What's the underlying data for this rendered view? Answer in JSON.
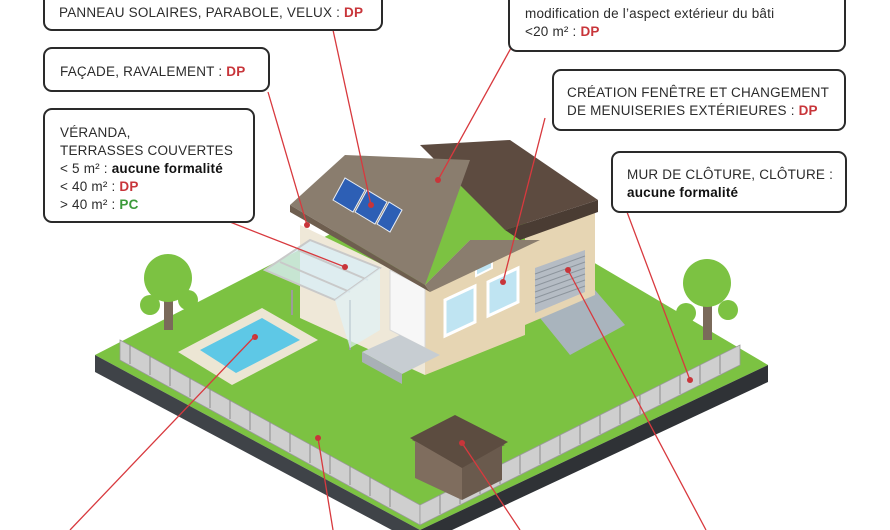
{
  "callouts": {
    "panneaux": {
      "label": "PANNEAU SOLAIRES, PARABOLE, VELUX : ",
      "code": "DP"
    },
    "aspect": {
      "line1": "modification de l’aspect extérieur du bâti",
      "line2_label": "<20 m² : ",
      "line2_code": "DP"
    },
    "facade": {
      "label": "FAÇADE, RAVALEMENT : ",
      "code": "DP"
    },
    "fenetre": {
      "line1": "CRÉATION FENÊTRE ET CHANGEMENT",
      "line2_label": "DE MENUISERIES EXTÉRIEURES : ",
      "line2_code": "DP"
    },
    "veranda": {
      "line1": "VÉRANDA,",
      "line2": "TERRASSES COUVERTES",
      "row1_label": "< 5 m² : ",
      "row1_value": "aucune formalité",
      "row2_label": "< 40 m² : ",
      "row2_value": "DP",
      "row3_label": "> 40 m² : ",
      "row3_value": "PC"
    },
    "cloture": {
      "line1": "MUR DE CLÔTURE, CLÔTURE :",
      "line2": "aucune formalité"
    }
  },
  "colors": {
    "grass": "#7cc242",
    "grass_side": "#3f4348",
    "roof": "#8a7d6e",
    "roof_dark": "#6e5e4f",
    "wall": "#e6d5b3",
    "accent_red": "#c8353a",
    "accent_green": "#3c9a3a",
    "pool": "#5ec8e6"
  },
  "icons": [
    "solar-panel-icon",
    "tree-icon",
    "pool-icon",
    "garden-shed-icon",
    "garage-door-icon",
    "fence-icon"
  ]
}
